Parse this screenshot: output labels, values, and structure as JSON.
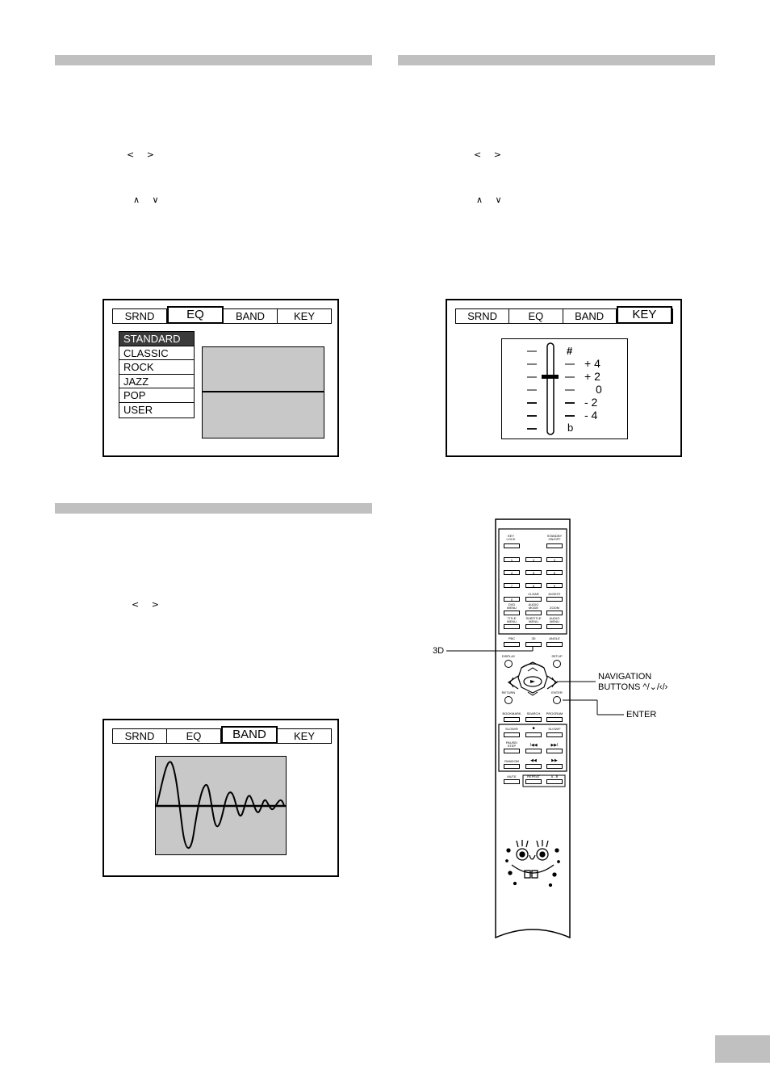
{
  "osd_arrows": {
    "left_right": "< >",
    "up_down": "∧ ∨"
  },
  "eq_screen": {
    "tabs": [
      "SRND",
      "EQ",
      "BAND",
      "KEY"
    ],
    "active_tab": 1,
    "presets": [
      "STANDARD",
      "CLASSIC",
      "ROCK",
      "JAZZ",
      "POP",
      "USER"
    ],
    "selected_preset": 0
  },
  "key_screen": {
    "tabs": [
      "SRND",
      "EQ",
      "BAND",
      "KEY"
    ],
    "active_tab": 3,
    "sharp_label": "#",
    "flat_label": "b",
    "scale_labels": [
      "+ 4",
      "+ 2",
      "0",
      "- 2",
      "- 4"
    ]
  },
  "band_screen": {
    "tabs": [
      "SRND",
      "EQ",
      "BAND",
      "KEY"
    ],
    "active_tab": 2
  },
  "remote": {
    "row1": [
      "KEY\nLOCK",
      "STANDBY\nON/OFF"
    ],
    "numbers": [
      "1",
      "2",
      "3",
      "4",
      "5",
      "6",
      "7",
      "8",
      "9",
      "0"
    ],
    "clear": "CLEAR",
    "digest": "DIGEST",
    "menu_row1": [
      "DVD\nMENU",
      "AUDIO\nMODE",
      "ZOOM"
    ],
    "menu_row2": [
      "TITLE\nMENU",
      "SUBTITLE\nMENU",
      "AUDIO\nMENU"
    ],
    "pbc_row": [
      "PBC",
      "3D",
      "ANGLE"
    ],
    "display": "DISPLAY",
    "setup": "SETUP",
    "return": "RETURN",
    "enter": "ENTER",
    "bsp_row": [
      "BOOKMARK",
      "SEARCH",
      "PROGRAM"
    ],
    "transport1": [
      "SLOW/R",
      "■",
      "SLOW/F"
    ],
    "transport2": [
      "PAUSE/\nSTEP",
      "I◀◀",
      "▶▶I"
    ],
    "transport3": [
      "RANDOM",
      "◀◀",
      "▶▶"
    ],
    "bottom_row": [
      "MUTE",
      "REPEAT",
      "A - B"
    ]
  },
  "callouts": {
    "three_d": "3D",
    "navigation": "NAVIGATION\nBUTTONS ^/⌄/‹/›",
    "enter": "ENTER"
  }
}
